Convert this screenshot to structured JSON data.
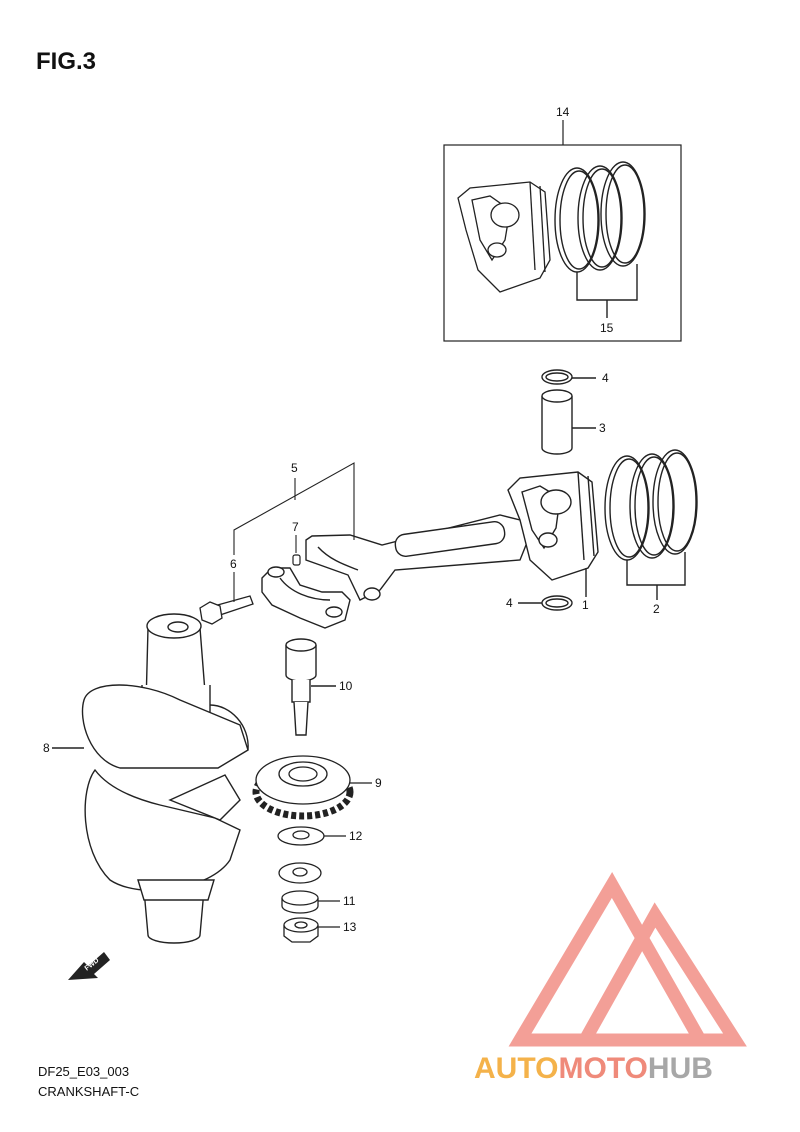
{
  "figure": {
    "title": "FIG.3"
  },
  "drawing": {
    "code_line1": "DF25_E03_003",
    "code_line2": "CRANKSHAFT-C",
    "fwd_marker": "FWD"
  },
  "part_labels": {
    "p1": "1",
    "p2": "2",
    "p3": "3",
    "p4a": "4",
    "p4b": "4",
    "p5": "5",
    "p6": "6",
    "p7": "7",
    "p8": "8",
    "p9": "9",
    "p10": "10",
    "p11": "11",
    "p12": "12",
    "p13": "13",
    "p14": "14",
    "p15": "15"
  },
  "watermark": {
    "part1": "AUTO",
    "part2": "MOTO",
    "part3": "HUB",
    "colors": {
      "orange": "#f4b24a",
      "salmon": "#ef8a7a",
      "gray": "#a7a7a7",
      "logo": "#f28f86"
    }
  }
}
